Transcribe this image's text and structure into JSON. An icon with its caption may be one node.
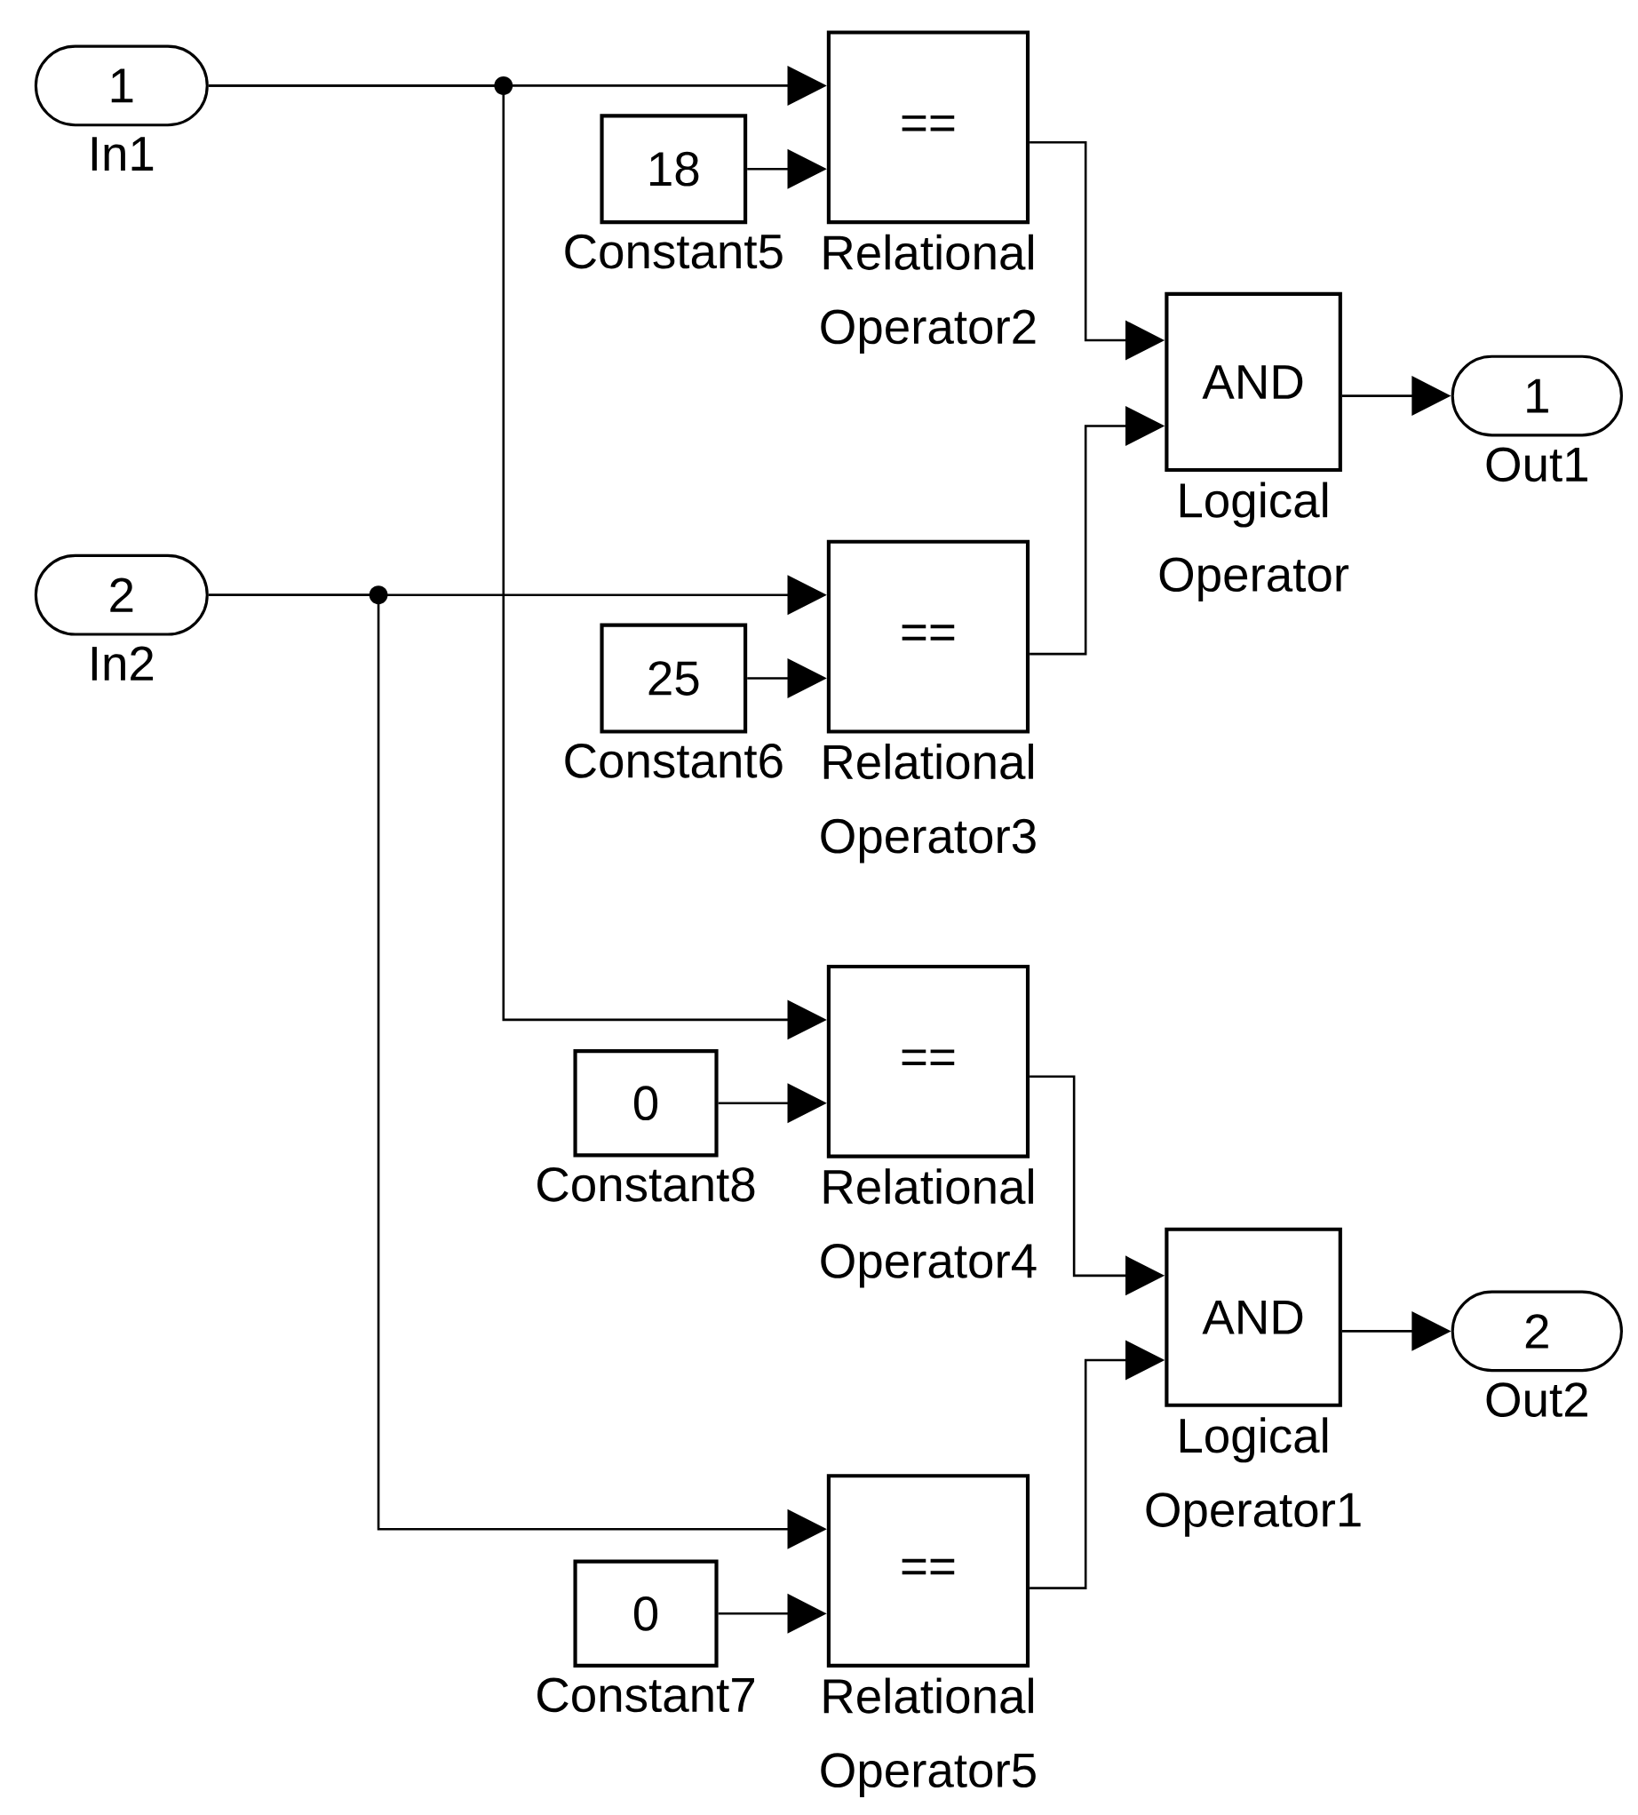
{
  "diagram": {
    "nodes": [
      {
        "text": [
          "1"
        ],
        "beside": [
          "In1"
        ]
      },
      {
        "text": [
          "2"
        ],
        "beside": [
          "In2"
        ]
      },
      {
        "text": [
          "18"
        ],
        "beside": [
          "Constant5"
        ]
      },
      {
        "text": [
          "=="
        ],
        "beside": [
          "Relational Operator2"
        ]
      },
      {
        "text": [
          "25"
        ],
        "beside": [
          "Constant6"
        ]
      },
      {
        "text": [
          "=="
        ],
        "beside": [
          "Relational Operator3"
        ]
      },
      {
        "text": [
          "0"
        ],
        "beside": [
          "Constant8"
        ]
      },
      {
        "text": [
          "=="
        ],
        "beside": [
          "Relational Operator4"
        ]
      },
      {
        "text": [
          "0"
        ],
        "beside": [
          "Constant7"
        ]
      },
      {
        "text": [
          "=="
        ],
        "beside": [
          "Relational Operator5"
        ]
      },
      {
        "text": [
          "AND"
        ],
        "beside": [
          "Logical Operator"
        ]
      },
      {
        "text": [
          "AND"
        ],
        "beside": [
          "Logical Operator1"
        ]
      },
      {
        "text": [
          "1"
        ],
        "beside": [
          "Out1"
        ]
      },
      {
        "text": [
          "2"
        ],
        "beside": [
          "Out2"
        ]
      }
    ],
    "edges": [
      {
        "from": 0,
        "to": 3,
        "arrow": "to"
      },
      {
        "from": 0,
        "to": 7,
        "arrow": "to"
      },
      {
        "from": 1,
        "to": 5,
        "arrow": "to"
      },
      {
        "from": 1,
        "to": 9,
        "arrow": "to"
      },
      {
        "from": 2,
        "to": 3,
        "arrow": "to"
      },
      {
        "from": 4,
        "to": 5,
        "arrow": "to"
      },
      {
        "from": 6,
        "to": 7,
        "arrow": "to"
      },
      {
        "from": 8,
        "to": 9,
        "arrow": "to"
      },
      {
        "from": 3,
        "to": 10,
        "arrow": "to"
      },
      {
        "from": 5,
        "to": 10,
        "arrow": "to"
      },
      {
        "from": 7,
        "to": 11,
        "arrow": "to"
      },
      {
        "from": 9,
        "to": 11,
        "arrow": "to"
      },
      {
        "from": 10,
        "to": 12,
        "arrow": "to"
      },
      {
        "from": 11,
        "to": 13,
        "arrow": "to"
      }
    ]
  }
}
